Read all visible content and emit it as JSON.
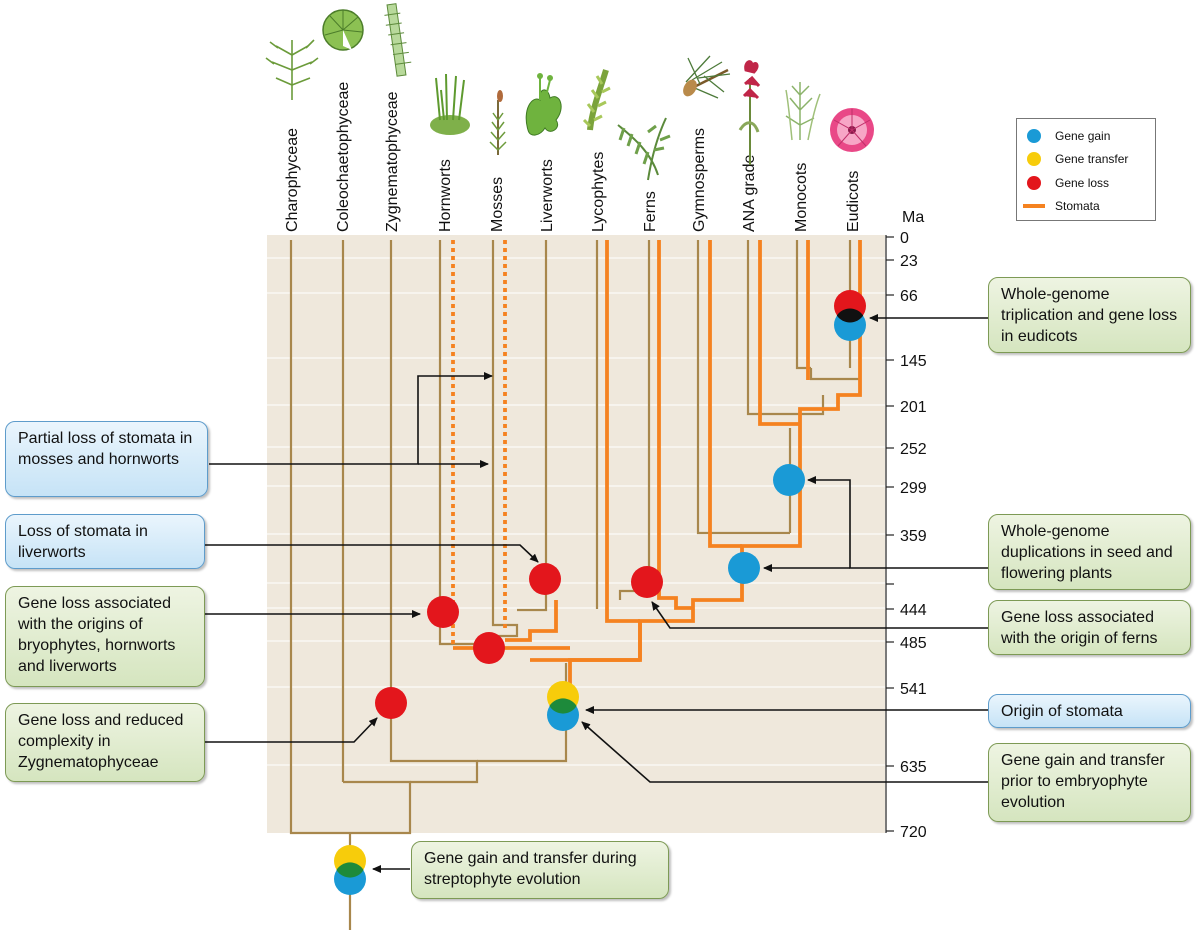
{
  "taxa": [
    "Charophyceae",
    "Coleochaetophyceae",
    "Zygnematophyceae",
    "Hornworts",
    "Mosses",
    "Liverworts",
    "Lycophytes",
    "Ferns",
    "Gymnosperms",
    "ANA grade",
    "Monocots",
    "Eudicots"
  ],
  "axis": {
    "unit": "Ma",
    "ticks": [
      "0",
      "23",
      "66",
      "145",
      "201",
      "252",
      "299",
      "359",
      "",
      "444",
      "485",
      "541",
      "635",
      "720"
    ]
  },
  "legend": [
    {
      "label": "Gene gain",
      "color": "#1a9ad6",
      "kind": "dot"
    },
    {
      "label": "Gene transfer",
      "color": "#f7cc0b",
      "kind": "dot"
    },
    {
      "label": "Gene loss",
      "color": "#e3161c",
      "kind": "dot"
    },
    {
      "label": "Stomata",
      "color": "#f58220",
      "kind": "line"
    }
  ],
  "colors": {
    "lineage": "#a8874c",
    "stomata": "#f58220",
    "background": "#efe8dc",
    "gene_gain": "#1a9ad6",
    "gene_transfer": "#f7cc0b",
    "gene_loss": "#e3161c",
    "overlap_green": "#1d8a3b"
  },
  "callouts": {
    "wgt": "Whole-genome triplication and gene loss in eudicots",
    "partial_loss": "Partial loss of stomata in mosses and hornworts",
    "liverwort_loss": "Loss of stomata in liverworts",
    "wgd": "Whole-genome duplications in seed and flowering plants",
    "bryophyte_loss": "Gene loss associated with the origins of bryophytes, hornworts and liverworts",
    "fern_loss": "Gene loss associated with the origin of ferns",
    "stomata_origin": "Origin of stomata",
    "zygnema_loss": "Gene loss and reduced complexity in Zygnematophyceae",
    "embryophyte_gain": "Gene gain and transfer prior to embryophyte evolution",
    "streptophyte_gain": "Gene gain and transfer during streptophyte evolution"
  },
  "icons": [
    "charophyceae-icon",
    "coleochaete-icon",
    "zygnema-icon",
    "hornwort-icon",
    "moss-icon",
    "liverwort-icon",
    "lycophyte-icon",
    "fern-icon",
    "pine-icon",
    "ana-flower-icon",
    "grass-icon",
    "eudicot-flower-icon"
  ]
}
